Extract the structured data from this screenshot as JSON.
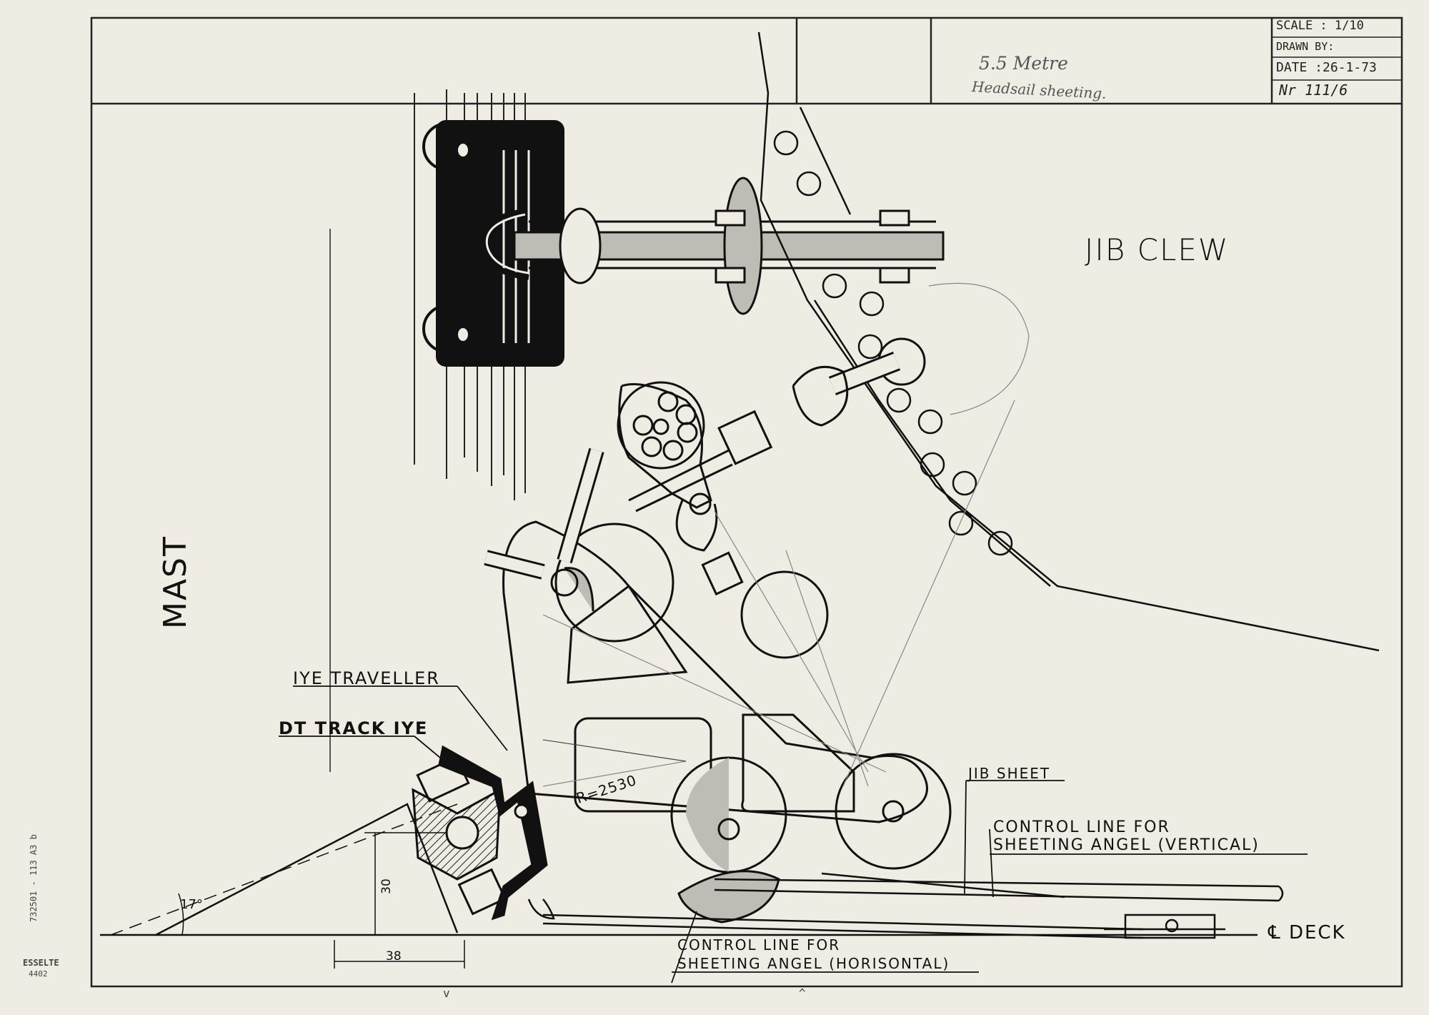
{
  "title_block": {
    "title_line1": "5.5 Metre",
    "title_line2": "Headsail sheeting.",
    "scale": "SCALE : 1/10",
    "drawn_by": "DRAWN BY:",
    "date": "DATE :26-1-73",
    "number": "Nr 111/6"
  },
  "labels": {
    "mast": "MAST",
    "jib_clew": "JIB CLEW",
    "iye_traveller": "IYE TRAVELLER",
    "dt_track": "DT TRACK IYE",
    "jib_sheet": "JIB SHEET",
    "control_vertical_1": "CONTROL LINE FOR",
    "control_vertical_2": "SHEETING ANGEL (VERTICAL)",
    "control_horizontal_1": "CONTROL LINE FOR",
    "control_horizontal_2": "SHEETING ANGEL (HORISONTAL)",
    "deck": "℄ DECK",
    "radius": "R=2530",
    "angle": "17°",
    "dim_height": "30",
    "dim_width": "38"
  },
  "margin": {
    "code": "732501 - 113 A3 b",
    "brand": "ESSELTE",
    "brand_no": "4402",
    "mark_bottom_left": "v",
    "mark_bottom_right": "^"
  },
  "colors": {
    "paper": "#efece3",
    "ink": "#111111",
    "pencil": "#777777",
    "hatch": "#bbbbbb"
  }
}
